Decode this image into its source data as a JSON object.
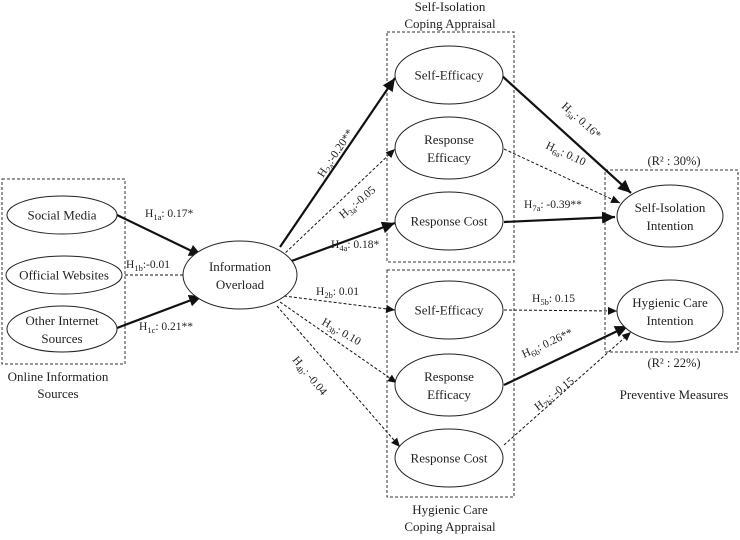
{
  "nodes": {
    "social_media": "Social Media",
    "official_websites": "Official Websites",
    "other_internet_1": "Other Internet",
    "other_internet_2": "Sources",
    "info_overload_1": "Information",
    "info_overload_2": "Overload",
    "si_self_efficacy": "Self-Efficacy",
    "si_response_efficacy_1": "Response",
    "si_response_efficacy_2": "Efficacy",
    "si_response_cost": "Response Cost",
    "hc_self_efficacy": "Self-Efficacy",
    "hc_response_efficacy_1": "Response",
    "hc_response_efficacy_2": "Efficacy",
    "hc_response_cost": "Response Cost",
    "si_intention_1": "Self-Isolation",
    "si_intention_2": "Intention",
    "hc_intention_1": "Hygienic Care",
    "hc_intention_2": "Intention"
  },
  "groups": {
    "online_sources_1": "Online Information",
    "online_sources_2": "Sources",
    "si_appraisal_1": "Self-Isolation",
    "si_appraisal_2": "Coping Appraisal",
    "hc_appraisal_1": "Hygienic Care",
    "hc_appraisal_2": "Coping Appraisal",
    "preventive": "Preventive Measures"
  },
  "r2": {
    "si": "(R² : 30%)",
    "hc": "(R² : 22%)"
  },
  "paths": {
    "h1a": {
      "h": "H",
      "sub": "1a",
      "value": ": 0.17*"
    },
    "h1b": {
      "h": "H",
      "sub": "1b",
      "value": ":-0.01"
    },
    "h1c": {
      "h": "H",
      "sub": "1c",
      "value": ": 0.21**"
    },
    "h2a": {
      "h": "H",
      "sub": "2a",
      "value": ":-0.20**"
    },
    "h3a": {
      "h": "H",
      "sub": "3a",
      "value": ":-0.05"
    },
    "h4a": {
      "h": "H",
      "sub": "4a",
      "value": ": 0.18*"
    },
    "h2b": {
      "h": "H",
      "sub": "2b",
      "value": ": 0.01"
    },
    "h3b": {
      "h": "H",
      "sub": "3b",
      "value": ": 0.10"
    },
    "h4b": {
      "h": "H",
      "sub": "4b",
      "value": ": -0.04"
    },
    "h5a": {
      "h": "H",
      "sub": "5a",
      "value": ": 0.16*"
    },
    "h6a": {
      "h": "H",
      "sub": "6a",
      "value": ": 0.10"
    },
    "h7a": {
      "h": "H",
      "sub": "7a",
      "value": ": -0.39**"
    },
    "h5b": {
      "h": "H",
      "sub": "5b",
      "value": ": 0.15"
    },
    "h6b": {
      "h": "H",
      "sub": "6b",
      "value": ": 0.26**"
    },
    "h7b": {
      "h": "H",
      "sub": "7b",
      "value": ": -0.15"
    }
  }
}
